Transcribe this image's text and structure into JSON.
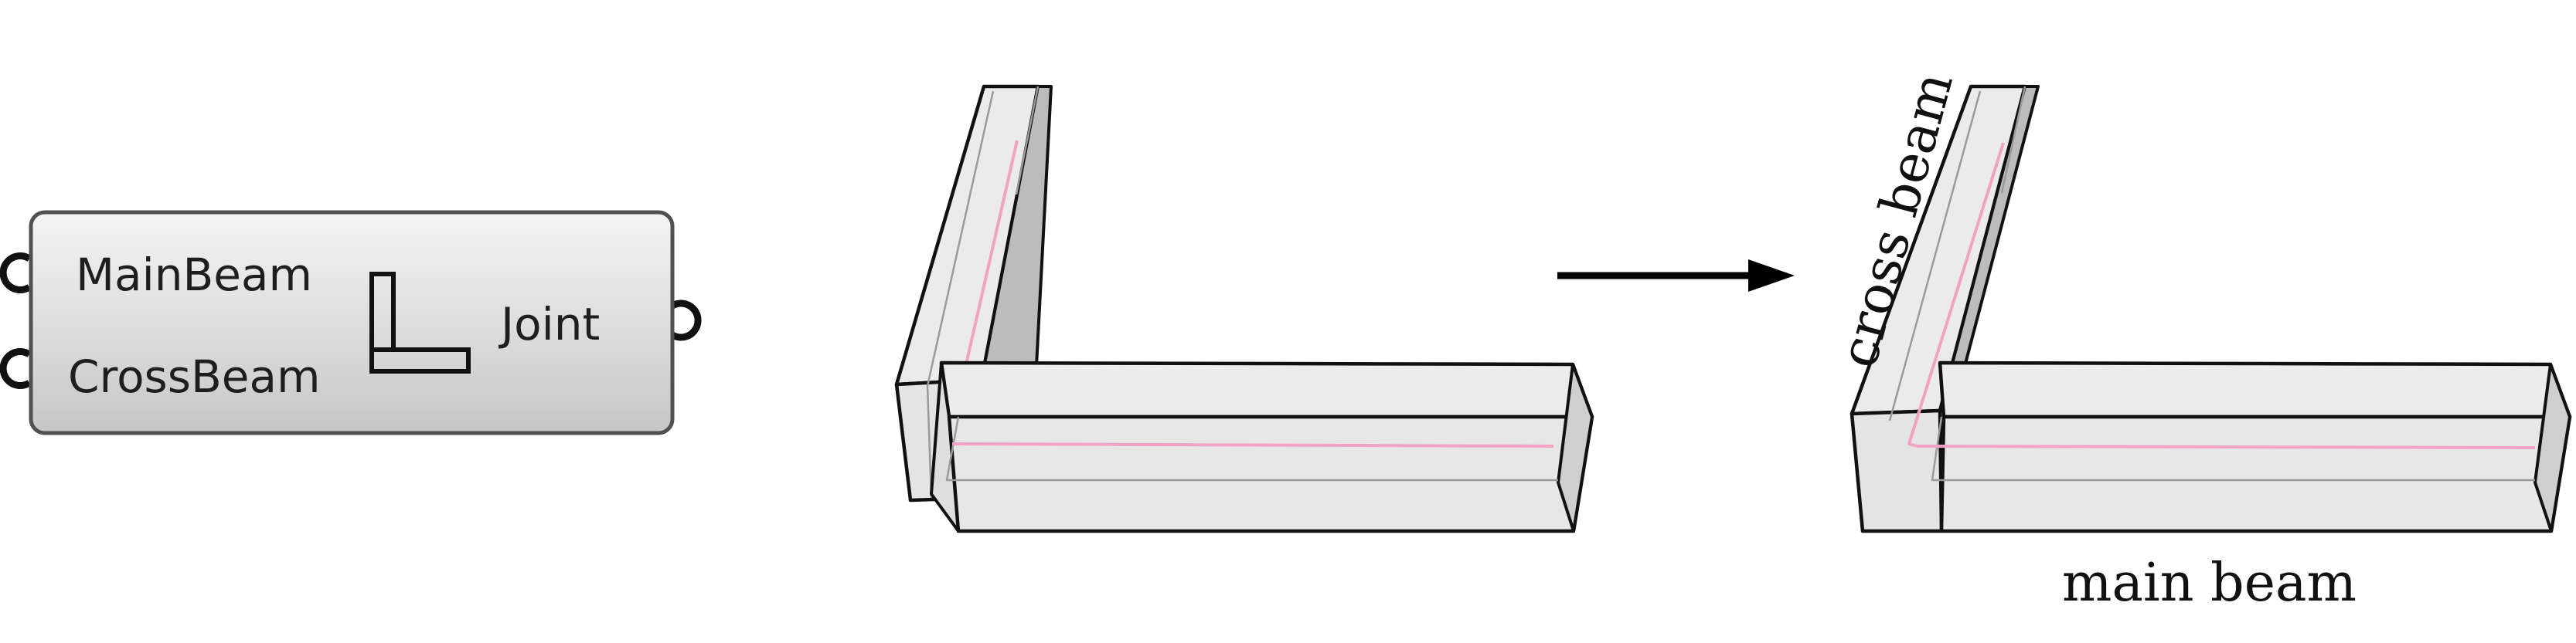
{
  "component": {
    "inputs": [
      {
        "label": "MainBeam"
      },
      {
        "label": "CrossBeam"
      }
    ],
    "output": {
      "label": "Joint"
    },
    "icon": "l-joint-icon"
  },
  "labels": {
    "cross_beam": "cross beam",
    "main_beam": "main beam"
  },
  "arrow": {
    "icon": "arrow-right-icon"
  },
  "colors": {
    "component_fill": "#dcdcdc",
    "component_border": "#505050",
    "beam_fill": "#e9e9e9",
    "beam_dark_face": "#bdbdbd",
    "beam_edge": "#111111",
    "centerline": "#f2a3c4"
  }
}
